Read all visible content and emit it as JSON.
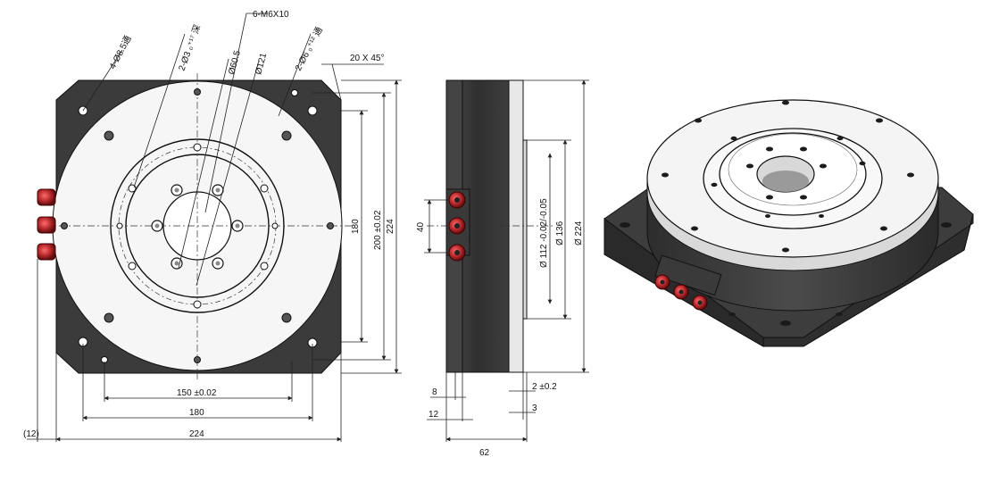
{
  "colors": {
    "body_dark": "#3b3b3b",
    "face_light": "#f4f4f4",
    "connector_red": "#b3262a",
    "line": "#111111"
  },
  "front_view": {
    "labels": {
      "holes_1": "4-Ø8.5通",
      "holes_2": "2-Ø3 ₀⁺¹⁷ 深",
      "tapped": "6-M6X10",
      "dia_1": "Ø60.5",
      "dia_2": "Ø121",
      "holes_3": "2-Ø6 ₀⁺¹² 通",
      "chamfer": "20 X 45°"
    },
    "dims": {
      "v_180": "180",
      "v_200": "200 ±0.02",
      "v_224": "224",
      "h_150": "150 ±0.02",
      "h_180": "180",
      "h_224": "224",
      "h_12": "(12)"
    }
  },
  "side_view": {
    "dims": {
      "v_40": "40",
      "d_112": "Ø 112 -0.02/-0.05",
      "d_136": "Ø 136",
      "d_224": "Ø 224",
      "h_8": "8",
      "h_12": "12",
      "h_62": "62",
      "h_2": "2 ±0.2",
      "h_3": "3"
    }
  },
  "iso_view": {
    "icon": "rotary-table-isometric"
  }
}
